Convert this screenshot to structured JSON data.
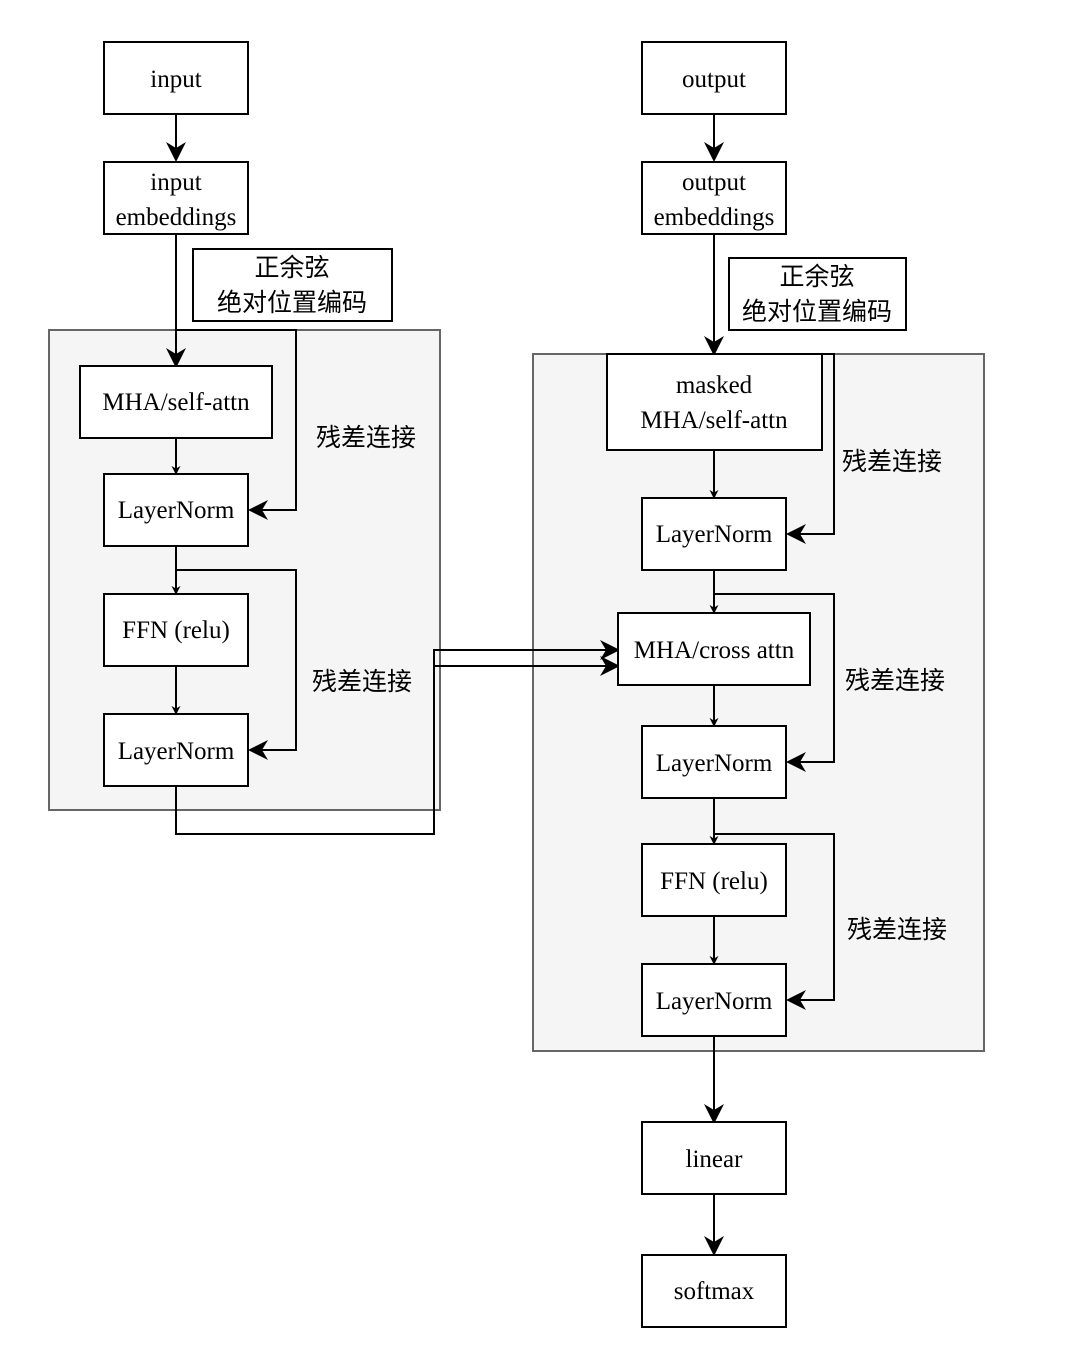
{
  "encoder": {
    "input": "input",
    "embeddings": [
      "input",
      "embeddings"
    ],
    "posenc": [
      "正余弦",
      "绝对位置编码"
    ],
    "mha": "MHA/self-attn",
    "ln1": "LayerNorm",
    "ffn": "FFN (relu)",
    "ln2": "LayerNorm",
    "residual1": "残差连接",
    "residual2": "残差连接"
  },
  "decoder": {
    "output": "output",
    "embeddings": [
      "output",
      "embeddings"
    ],
    "posenc": [
      "正余弦",
      "绝对位置编码"
    ],
    "masked_mha": [
      "masked",
      "MHA/self-attn"
    ],
    "ln1": "LayerNorm",
    "cross": "MHA/cross attn",
    "ln2": "LayerNorm",
    "ffn": "FFN (relu)",
    "ln3": "LayerNorm",
    "residual1": "残差连接",
    "residual2": "残差连接",
    "residual3": "残差连接"
  },
  "head": {
    "linear": "linear",
    "softmax": "softmax"
  }
}
